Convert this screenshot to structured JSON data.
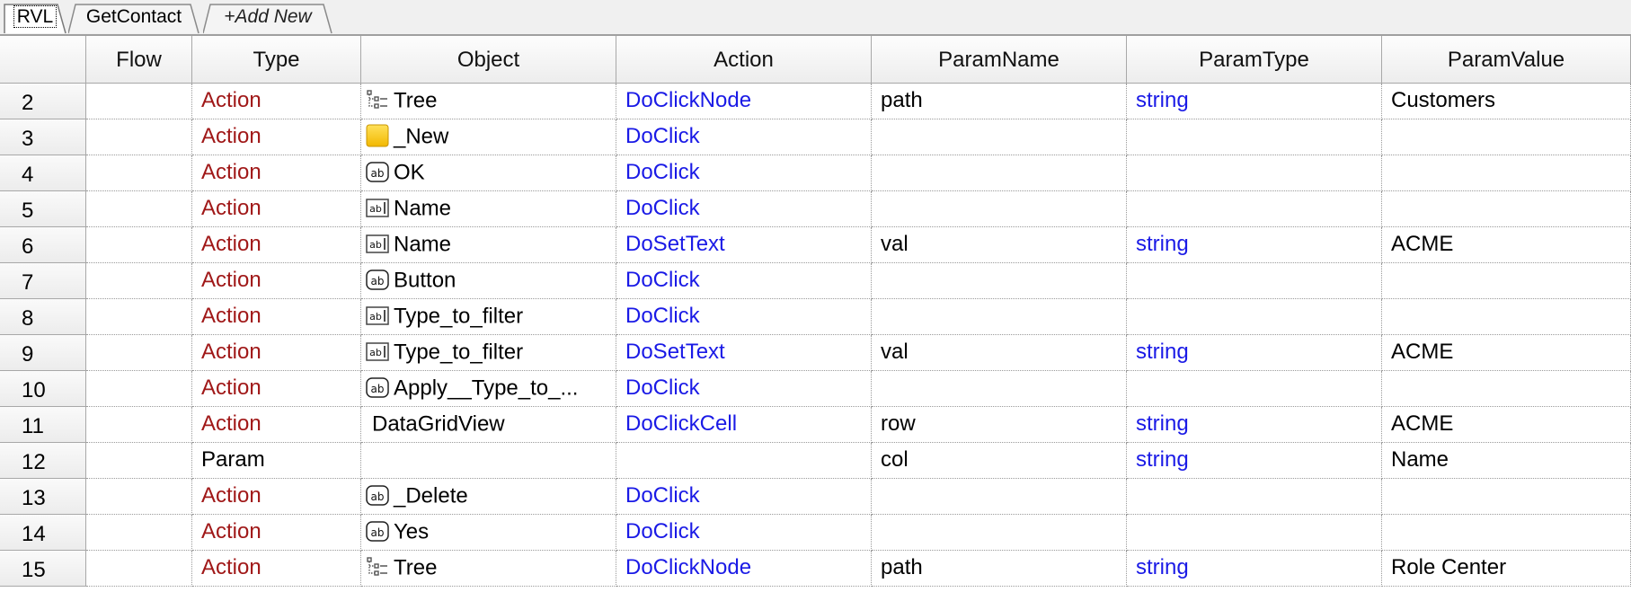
{
  "tabs": [
    {
      "label": "RVL",
      "active": true
    },
    {
      "label": "GetContact",
      "active": false
    },
    {
      "label": "+Add New",
      "active": false
    }
  ],
  "columns": {
    "flow": "Flow",
    "type": "Type",
    "object": "Object",
    "action": "Action",
    "param_name": "ParamName",
    "param_type": "ParamType",
    "param_value": "ParamValue"
  },
  "rows": [
    {
      "num": "2",
      "flow": "",
      "type": "Action",
      "icon": "tree-icon",
      "object": "Tree",
      "action": "DoClickNode",
      "param_name": "path",
      "param_type": "string",
      "param_value": "Customers"
    },
    {
      "num": "3",
      "flow": "",
      "type": "Action",
      "icon": "new-button-icon",
      "object": "_New",
      "action": "DoClick",
      "param_name": "",
      "param_type": "",
      "param_value": ""
    },
    {
      "num": "4",
      "flow": "",
      "type": "Action",
      "icon": "button-icon",
      "object": "OK",
      "action": "DoClick",
      "param_name": "",
      "param_type": "",
      "param_value": ""
    },
    {
      "num": "5",
      "flow": "",
      "type": "Action",
      "icon": "textbox-icon",
      "object": "Name",
      "action": "DoClick",
      "param_name": "",
      "param_type": "",
      "param_value": ""
    },
    {
      "num": "6",
      "flow": "",
      "type": "Action",
      "icon": "textbox-icon",
      "object": "Name",
      "action": "DoSetText",
      "param_name": "val",
      "param_type": "string",
      "param_value": "ACME"
    },
    {
      "num": "7",
      "flow": "",
      "type": "Action",
      "icon": "button-icon",
      "object": "Button",
      "action": "DoClick",
      "param_name": "",
      "param_type": "",
      "param_value": ""
    },
    {
      "num": "8",
      "flow": "",
      "type": "Action",
      "icon": "textbox-icon",
      "object": "Type_to_filter",
      "action": "DoClick",
      "param_name": "",
      "param_type": "",
      "param_value": ""
    },
    {
      "num": "9",
      "flow": "",
      "type": "Action",
      "icon": "textbox-icon",
      "object": "Type_to_filter",
      "action": "DoSetText",
      "param_name": "val",
      "param_type": "string",
      "param_value": "ACME"
    },
    {
      "num": "10",
      "flow": "",
      "type": "Action",
      "icon": "button-icon",
      "object": "Apply__Type_to_...",
      "action": "DoClick",
      "param_name": "",
      "param_type": "",
      "param_value": ""
    },
    {
      "num": "11",
      "flow": "",
      "type": "Action",
      "icon": "",
      "object": "DataGridView",
      "action": "DoClickCell",
      "param_name": "row",
      "param_type": "string",
      "param_value": "ACME"
    },
    {
      "num": "12",
      "flow": "",
      "type": "Param",
      "icon": "",
      "object": "",
      "action": "",
      "param_name": "col",
      "param_type": "string",
      "param_value": "Name"
    },
    {
      "num": "13",
      "flow": "",
      "type": "Action",
      "icon": "button-icon",
      "object": "_Delete",
      "action": "DoClick",
      "param_name": "",
      "param_type": "",
      "param_value": ""
    },
    {
      "num": "14",
      "flow": "",
      "type": "Action",
      "icon": "button-icon",
      "object": "Yes",
      "action": "DoClick",
      "param_name": "",
      "param_type": "",
      "param_value": ""
    },
    {
      "num": "15",
      "flow": "",
      "type": "Action",
      "icon": "tree-icon",
      "object": "Tree",
      "action": "DoClickNode",
      "param_name": "path",
      "param_type": "string",
      "param_value": "Role Center"
    }
  ],
  "colors": {
    "type_action": "#a01818",
    "action_text": "#1a1ae6",
    "param_type_text": "#1a1ae6"
  }
}
